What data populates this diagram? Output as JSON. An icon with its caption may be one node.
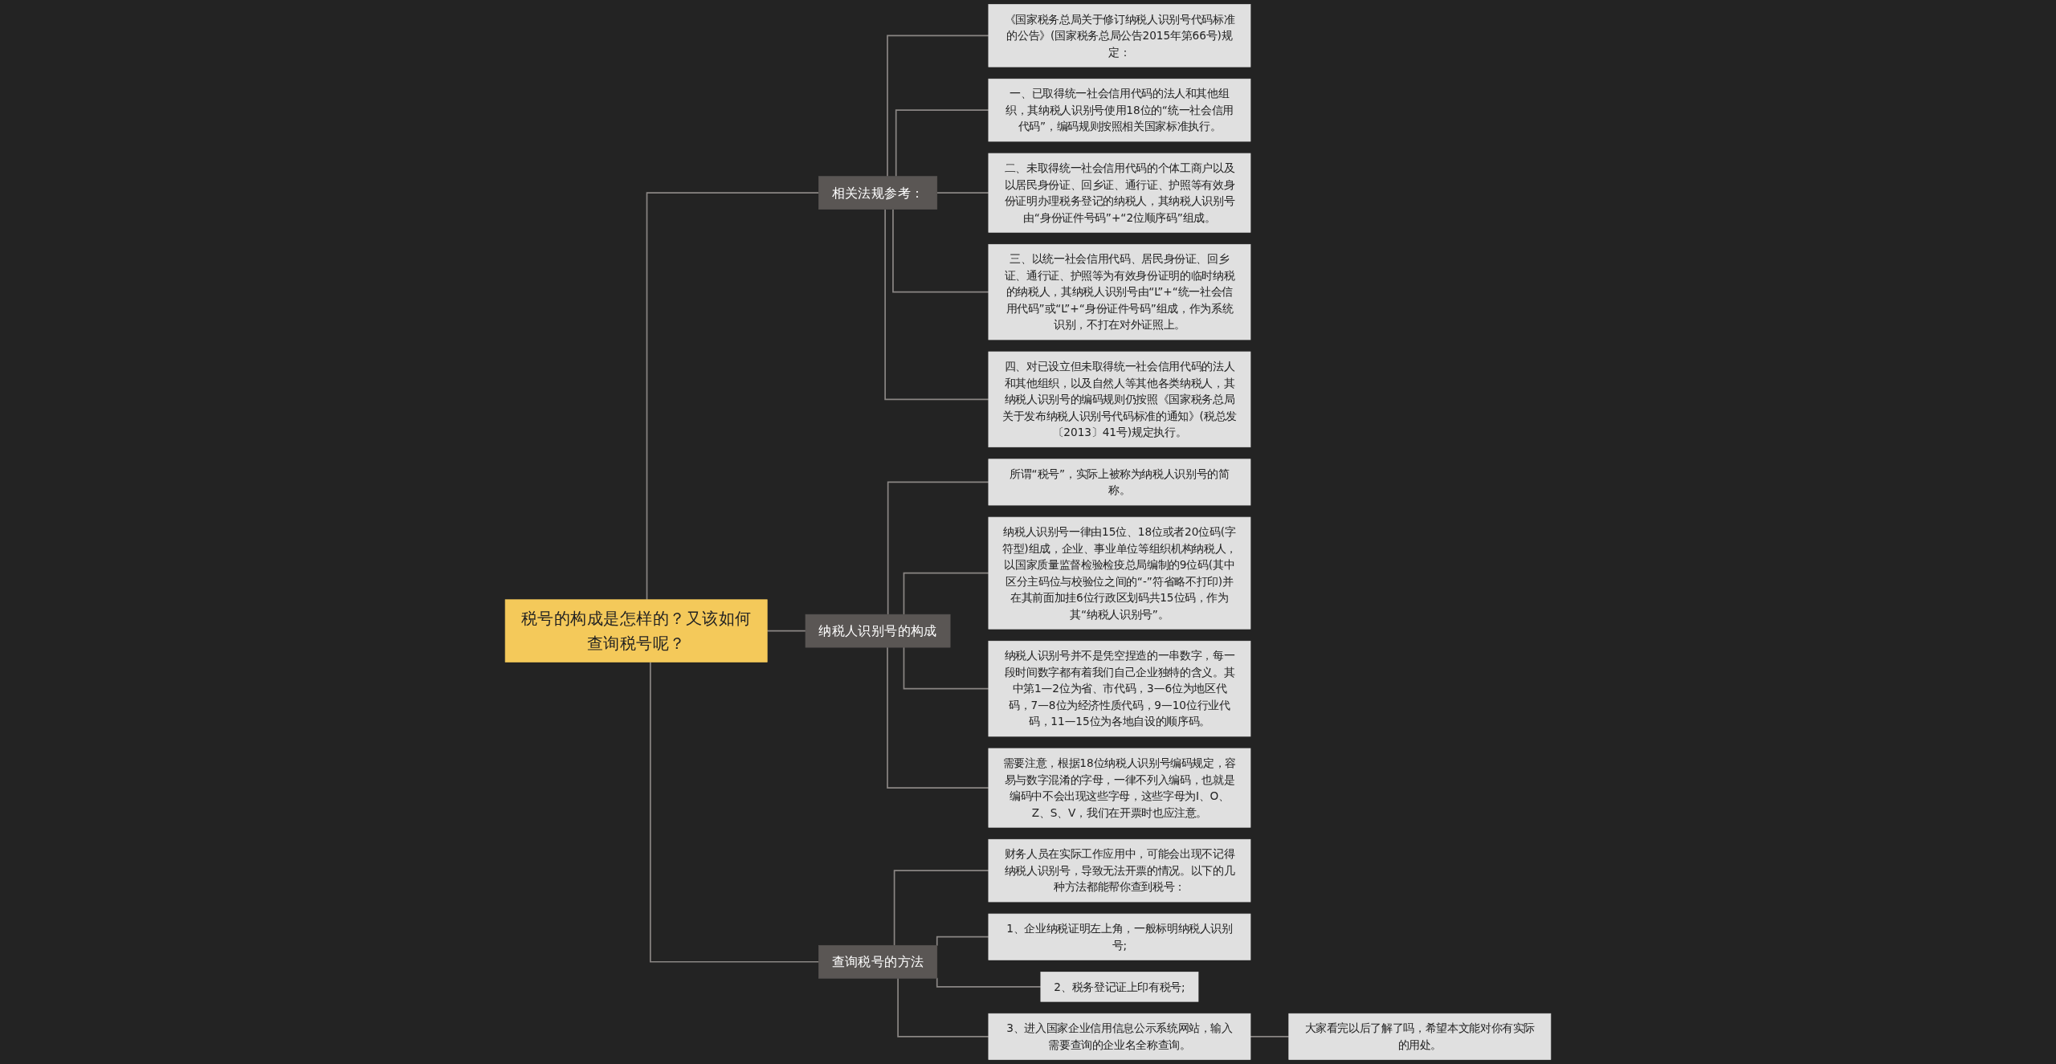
{
  "diagram": {
    "nodes": [
      {
        "text": [
          "税号的构成是怎样的？又该如何查询税号呢？"
        ]
      },
      {
        "text": [
          "相关法规参考："
        ]
      },
      {
        "text": [
          "《国家税务总局关于修订纳税人识别号代码标准的公告》(国家税务总局公告2015年第66号)规定："
        ]
      },
      {
        "text": [
          "一、已取得统一社会信用代码的法人和其他组织，其纳税人识别号使用18位的“统一社会信用代码”，编码规则按照相关国家标准执行。"
        ]
      },
      {
        "text": [
          "二、未取得统一社会信用代码的个体工商户以及以居民身份证、回乡证、通行证、护照等有效身份证明办理税务登记的纳税人，其纳税人识别号由“身份证件号码”+“2位顺序码”组成。"
        ]
      },
      {
        "text": [
          "三、以统一社会信用代码、居民身份证、回乡证、通行证、护照等为有效身份证明的临时纳税的纳税人，其纳税人识别号由“L”+“统一社会信用代码”或“L”+“身份证件号码”组成，作为系统识别，不打在对外证照上。"
        ]
      },
      {
        "text": [
          "四、对已设立但未取得统一社会信用代码的法人和其他组织，以及自然人等其他各类纳税人，其纳税人识别号的编码规则仍按照《国家税务总局关于发布纳税人识别号代码标准的通知》(税总发〔2013〕41号)规定执行。"
        ]
      },
      {
        "text": [
          "纳税人识别号的构成"
        ]
      },
      {
        "text": [
          "所谓“税号”，实际上被称为纳税人识别号的简称。"
        ]
      },
      {
        "text": [
          "纳税人识别号一律由15位、18位或者20位码(字符型)组成，企业、事业单位等组织机构纳税人，以国家质量监督检验检疫总局编制的9位码(其中区分主码位与校验位之间的“-”符省略不打印)并在其前面加挂6位行政区划码共15位码，作为其“纳税人识别号”。"
        ]
      },
      {
        "text": [
          "纳税人识别号并不是凭空捏造的一串数字，每一段时间数字都有着我们自己企业独特的含义。其中第1—2位为省、市代码，3—6位为地区代码，7—8位为经济性质代码，9—10位行业代码，11—15位为各地自设的顺序码。"
        ]
      },
      {
        "text": [
          "需要注意，根据18位纳税人识别号编码规定，容易与数字混淆的字母，一律不列入编码，也就是编码中不会出现这些字母，这些字母为I、O、Z、S、V，我们在开票时也应注意。"
        ]
      },
      {
        "text": [
          "查询税号的方法"
        ]
      },
      {
        "text": [
          "财务人员在实际工作应用中，可能会出现不记得纳税人识别号，导致无法开票的情况。以下的几种方法都能帮你查到税号："
        ]
      },
      {
        "text": [
          "1、企业纳税证明左上角，一般标明纳税人识别号;"
        ]
      },
      {
        "text": [
          "2、税务登记证上印有税号;"
        ]
      },
      {
        "text": [
          "3、进入国家企业信用信息公示系统网站，输入需要查询的企业名全称查询。"
        ]
      },
      {
        "text": [
          "大家看完以后了解了吗，希望本文能对你有实际的用处。"
        ]
      }
    ],
    "edges": [
      {
        "from": 0,
        "to": 1,
        "arrow": "none"
      },
      {
        "from": 1,
        "to": 2,
        "arrow": "none"
      },
      {
        "from": 1,
        "to": 3,
        "arrow": "none"
      },
      {
        "from": 1,
        "to": 4,
        "arrow": "none"
      },
      {
        "from": 1,
        "to": 5,
        "arrow": "none"
      },
      {
        "from": 1,
        "to": 6,
        "arrow": "none"
      },
      {
        "from": 0,
        "to": 7,
        "arrow": "none"
      },
      {
        "from": 7,
        "to": 8,
        "arrow": "none"
      },
      {
        "from": 7,
        "to": 9,
        "arrow": "none"
      },
      {
        "from": 7,
        "to": 10,
        "arrow": "none"
      },
      {
        "from": 7,
        "to": 11,
        "arrow": "none"
      },
      {
        "from": 0,
        "to": 12,
        "arrow": "none"
      },
      {
        "from": 12,
        "to": 13,
        "arrow": "none"
      },
      {
        "from": 12,
        "to": 14,
        "arrow": "none"
      },
      {
        "from": 12,
        "to": 15,
        "arrow": "none"
      },
      {
        "from": 12,
        "to": 16,
        "arrow": "none"
      },
      {
        "from": 16,
        "to": 17,
        "arrow": "none"
      }
    ]
  }
}
